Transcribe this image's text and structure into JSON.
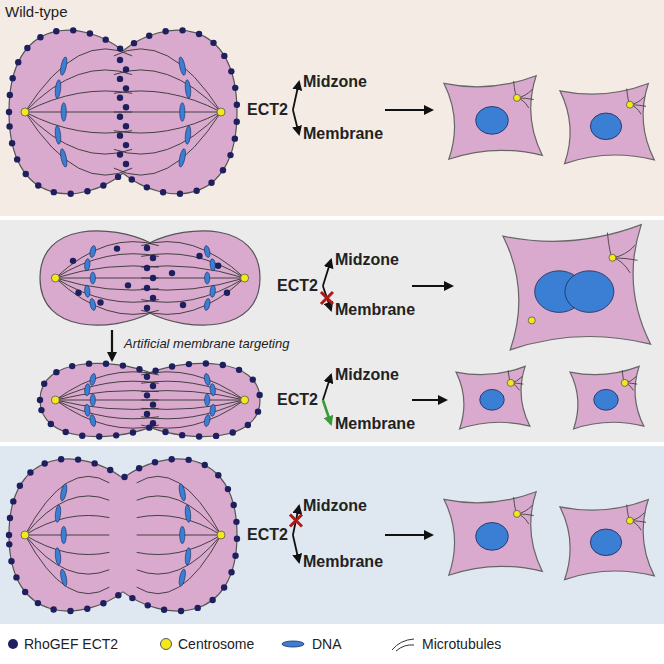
{
  "diagram": {
    "nodes": [
      {
        "text": [
          "ECT2"
        ]
      },
      {
        "text": [
          "Midzone"
        ]
      },
      {
        "text": [
          "Membrane"
        ]
      },
      {
        "text": [
          "ECT2"
        ]
      },
      {
        "text": [
          "Midzone"
        ]
      },
      {
        "text": [
          "Membrane"
        ]
      },
      {
        "text": [
          "ECT2"
        ]
      },
      {
        "text": [
          "Midzone"
        ]
      },
      {
        "text": [
          "Membrane"
        ]
      },
      {
        "text": [
          "ECT2"
        ]
      },
      {
        "text": [
          "Midzone"
        ]
      },
      {
        "text": [
          "Membrane"
        ]
      }
    ],
    "edges": [
      {
        "from": 0,
        "to": 1,
        "arrow": "to"
      },
      {
        "from": 0,
        "to": 2,
        "arrow": "to"
      },
      {
        "from": 3,
        "to": 4,
        "arrow": "to"
      },
      {
        "from": 3,
        "to": 5,
        "arrow": "to"
      },
      {
        "from": 6,
        "to": 7,
        "arrow": "to"
      },
      {
        "from": 6,
        "to": 8,
        "arrow": "to"
      },
      {
        "from": 9,
        "to": 10,
        "arrow": "to"
      },
      {
        "from": 9,
        "to": 11,
        "arrow": "to"
      }
    ],
    "labels": [
      "Wild-type",
      "Artificial membrane targeting"
    ],
    "legend": [
      {
        "text": "RhoGEF ECT2",
        "color": "#1d1f5e"
      },
      {
        "text": "Centrosome",
        "color": "#f4e81c"
      },
      {
        "text": "DNA"
      },
      {
        "text": "Microtubules"
      }
    ]
  }
}
